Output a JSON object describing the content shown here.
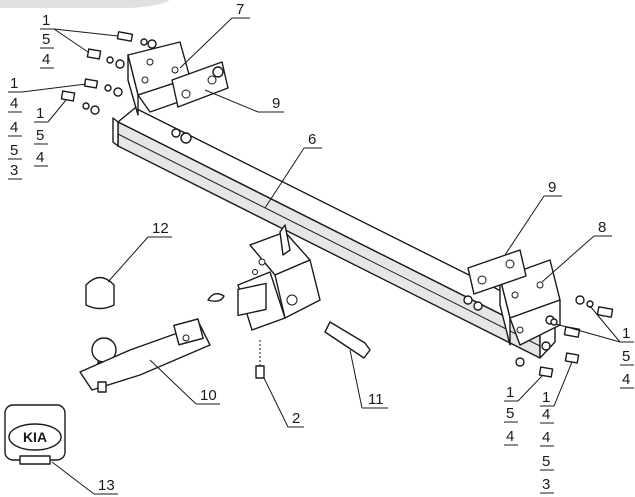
{
  "labels": {
    "topleft_stack": [
      "1",
      "5",
      "4"
    ],
    "left_stack": [
      "1",
      "4",
      "4",
      "5",
      "3"
    ],
    "left_small_stack": [
      "1",
      "5",
      "4"
    ],
    "right_stack": [
      "1",
      "5",
      "4"
    ],
    "bottom_stack_a": [
      "1",
      "5",
      "4"
    ],
    "bottom_stack_b": [
      "1",
      "4",
      "4",
      "5",
      "3"
    ],
    "part_2": "2",
    "part_6": "6",
    "part_7": "7",
    "part_8": "8",
    "part_9_left": "9",
    "part_9_right": "9",
    "part_10": "10",
    "part_11": "11",
    "part_12": "12",
    "part_13": "13"
  },
  "logo_text": "KIA",
  "colors": {
    "line": "#1a1a1a",
    "fill": "#ffffff",
    "shade": "#e6e6e6",
    "corner": "#e0e0e0"
  }
}
